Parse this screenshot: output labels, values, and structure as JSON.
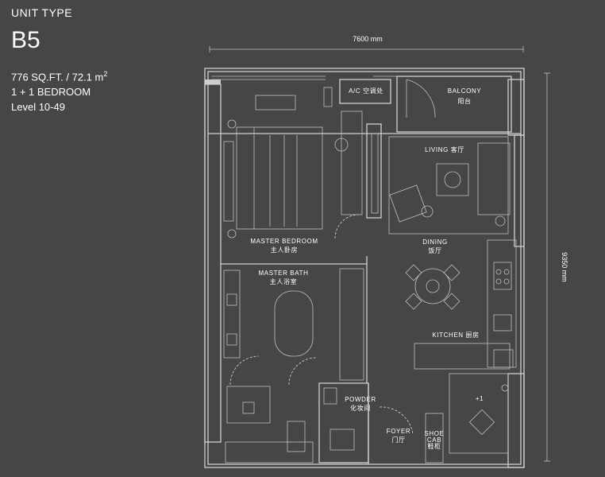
{
  "unit": {
    "type_label": "UNIT TYPE",
    "code": "B5",
    "area": "776 SQ.FT. / 72.1 m",
    "area_sup": "2",
    "bedrooms": "1 + 1 BEDROOM",
    "levels": "Level 10-49"
  },
  "dimensions": {
    "width": "7600 mm",
    "depth": "9350 mm"
  },
  "rooms": {
    "ac_ledge": "A/C 空调处",
    "balcony_en": "BALCONY",
    "balcony_cn": "阳台",
    "living": "LIVING 客厅",
    "master_bedroom_en": "MASTER BEDROOM",
    "master_bedroom_cn": "主人卧房",
    "dining_en": "DINING",
    "dining_cn": "饭厅",
    "master_bath_en": "MASTER BATH",
    "master_bath_cn": "主人浴室",
    "kitchen": "KITCHEN 厨房",
    "powder_en": "POWDER",
    "powder_cn": "化妆间",
    "foyer_en": "FOYER",
    "foyer_cn": "门厅",
    "shoe_cab_1": "SHOE",
    "shoe_cab_2": "CAB",
    "shoe_cab_3": "鞋柜",
    "plus_one": "+1"
  }
}
